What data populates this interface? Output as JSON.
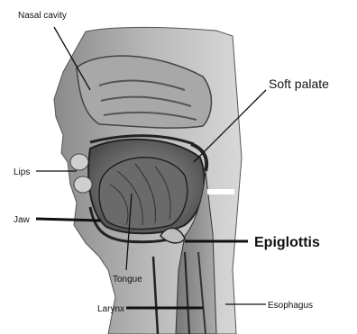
{
  "diagram": {
    "labels": {
      "nasal_cavity": "Nasal cavity",
      "soft_palate": "Soft palate",
      "lips": "Lips",
      "jaw": "Jaw",
      "epiglottis": "Epiglottis",
      "tongue": "Tongue",
      "larynx": "Larynx",
      "esophagus": "Esophagus"
    }
  }
}
